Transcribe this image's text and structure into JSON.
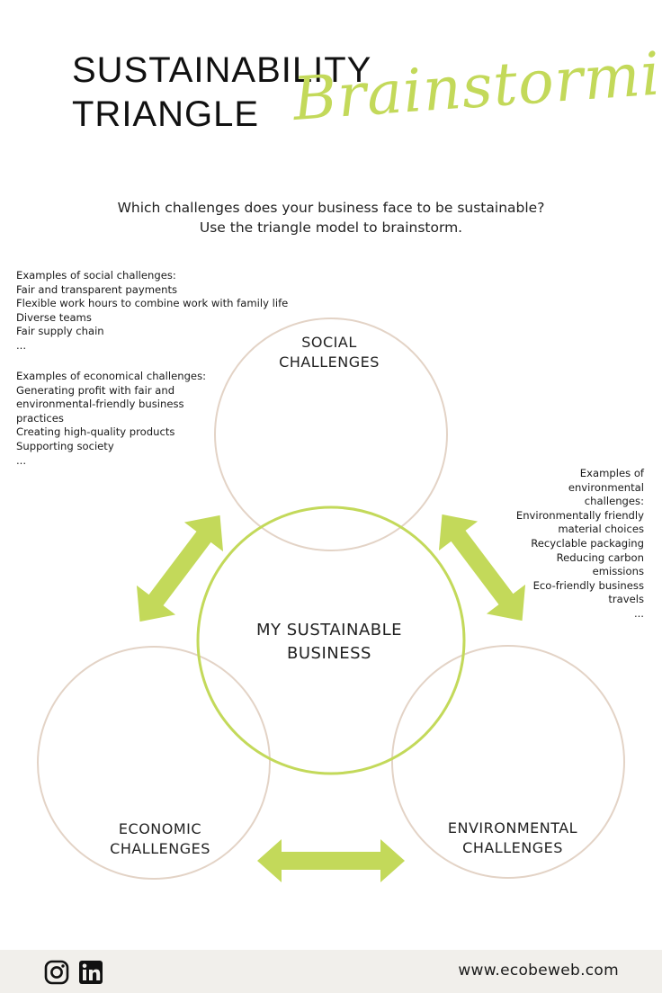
{
  "header": {
    "title_line1": "SUSTAINABILITY",
    "title_line2": "TRIANGLE",
    "script_word": "Brainstorming",
    "subtitle_line1": "Which challenges does your business face to be sustainable?",
    "subtitle_line2": "Use the triangle model to brainstorm."
  },
  "social_examples": {
    "heading": "Examples of social challenges:",
    "items": [
      "Fair and transparent payments",
      "Flexible work hours to combine work with family life",
      "Diverse teams",
      "Fair supply chain",
      "..."
    ]
  },
  "economic_examples": {
    "heading": "Examples of economical challenges:",
    "items": [
      "Generating profit with fair and",
      "environmental-friendly business",
      "practices",
      "Creating high-quality products",
      "Supporting society",
      "..."
    ]
  },
  "environmental_examples": {
    "heading_lines": [
      "Examples of",
      "environmental",
      "challenges:"
    ],
    "items": [
      "Environmentally friendly",
      "material choices",
      "Recyclable packaging",
      "Reducing carbon",
      "emissions",
      "Eco-friendly business",
      "travels",
      "..."
    ]
  },
  "diagram": {
    "social_label": [
      "SOCIAL",
      "CHALLENGES"
    ],
    "center_label": [
      "MY SUSTAINABLE",
      "BUSINESS"
    ],
    "economic_label": [
      "ECONOMIC",
      "CHALLENGES"
    ],
    "environmental_label": [
      "ENVIRONMENTAL",
      "CHALLENGES"
    ]
  },
  "colors": {
    "accent_green": "#c3d95a",
    "circle_outline": "#e3d3c6",
    "footer_bg": "#f1efeb"
  },
  "footer": {
    "icons": [
      "instagram-icon",
      "linkedin-icon"
    ],
    "website": "www.ecobeweb.com"
  }
}
